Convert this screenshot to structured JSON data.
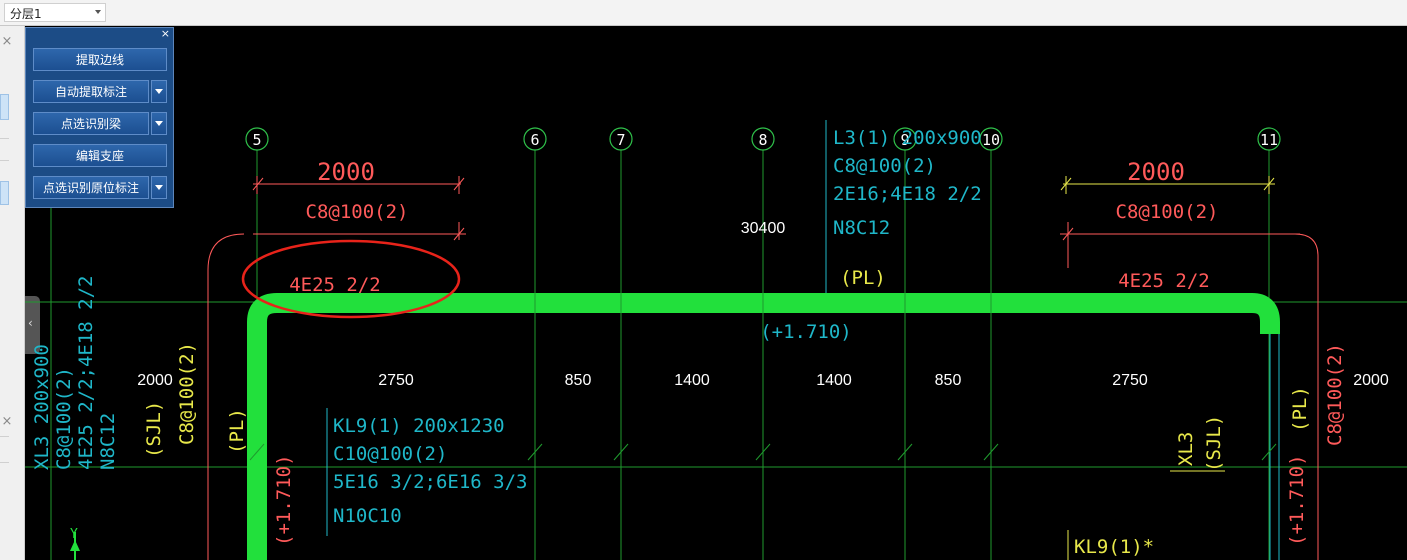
{
  "toolbar": {
    "layer_select": "分层1"
  },
  "panel": {
    "close": "×",
    "buttons": [
      "提取边线",
      "自动提取标注",
      "点选识别梁",
      "编辑支座",
      "点选识别原位标注"
    ]
  },
  "left_panel": {
    "close_top": "×",
    "close_bottom": "×",
    "handle": "‹"
  },
  "drawing": {
    "axes": [
      "5",
      "6",
      "7",
      "8",
      "9",
      "10",
      "11"
    ],
    "dims": [
      "2000",
      "2750",
      "850",
      "1400",
      "1400",
      "850",
      "2750",
      "2000"
    ],
    "total_dim": "30400",
    "left_support": {
      "dim": "2000",
      "stirrup": "C8@100(2)",
      "rebar": "4E25 2/2"
    },
    "right_support": {
      "dim": "2000",
      "stirrup": "C8@100(2)",
      "rebar": "4E25 2/2"
    },
    "l3_beam": [
      "L3(1) 200x900",
      "C8@100(2)",
      "2E16;4E18 2/2",
      "N8C12"
    ],
    "pl_label": "(PL)",
    "elevation": "(+1.710)",
    "kl9_beam": [
      "KL9(1) 200x1230",
      "C10@100(2)",
      "5E16 3/2;6E16 3/3",
      "N10C10"
    ],
    "kl9_bottom": "KL9(1)*",
    "left_vertical": {
      "xl3": [
        "XL3 200x900",
        "C8@100(2)",
        "4E25 2/2;4E18 2/2",
        "N8C12"
      ],
      "sjl": "(SJL)",
      "stirrup": "C8@100(2)",
      "pl": "(PL)",
      "elev": "(+1.710)"
    },
    "right_vertical": {
      "xl3": "XL3",
      "sjl": "(SJL)",
      "pl": "(PL)",
      "stirrup": "C8@100(2)",
      "elev": "(+1.710)"
    },
    "axis_y_label": "Y"
  },
  "colors": {
    "background": "#000000",
    "beam": "#22e03c",
    "dim_red": "#ff5a5a",
    "cyan": "#1fb7c9",
    "yellow": "#e8e84a",
    "axis_green": "#1f9a2e",
    "highlight": "#e8231a"
  }
}
